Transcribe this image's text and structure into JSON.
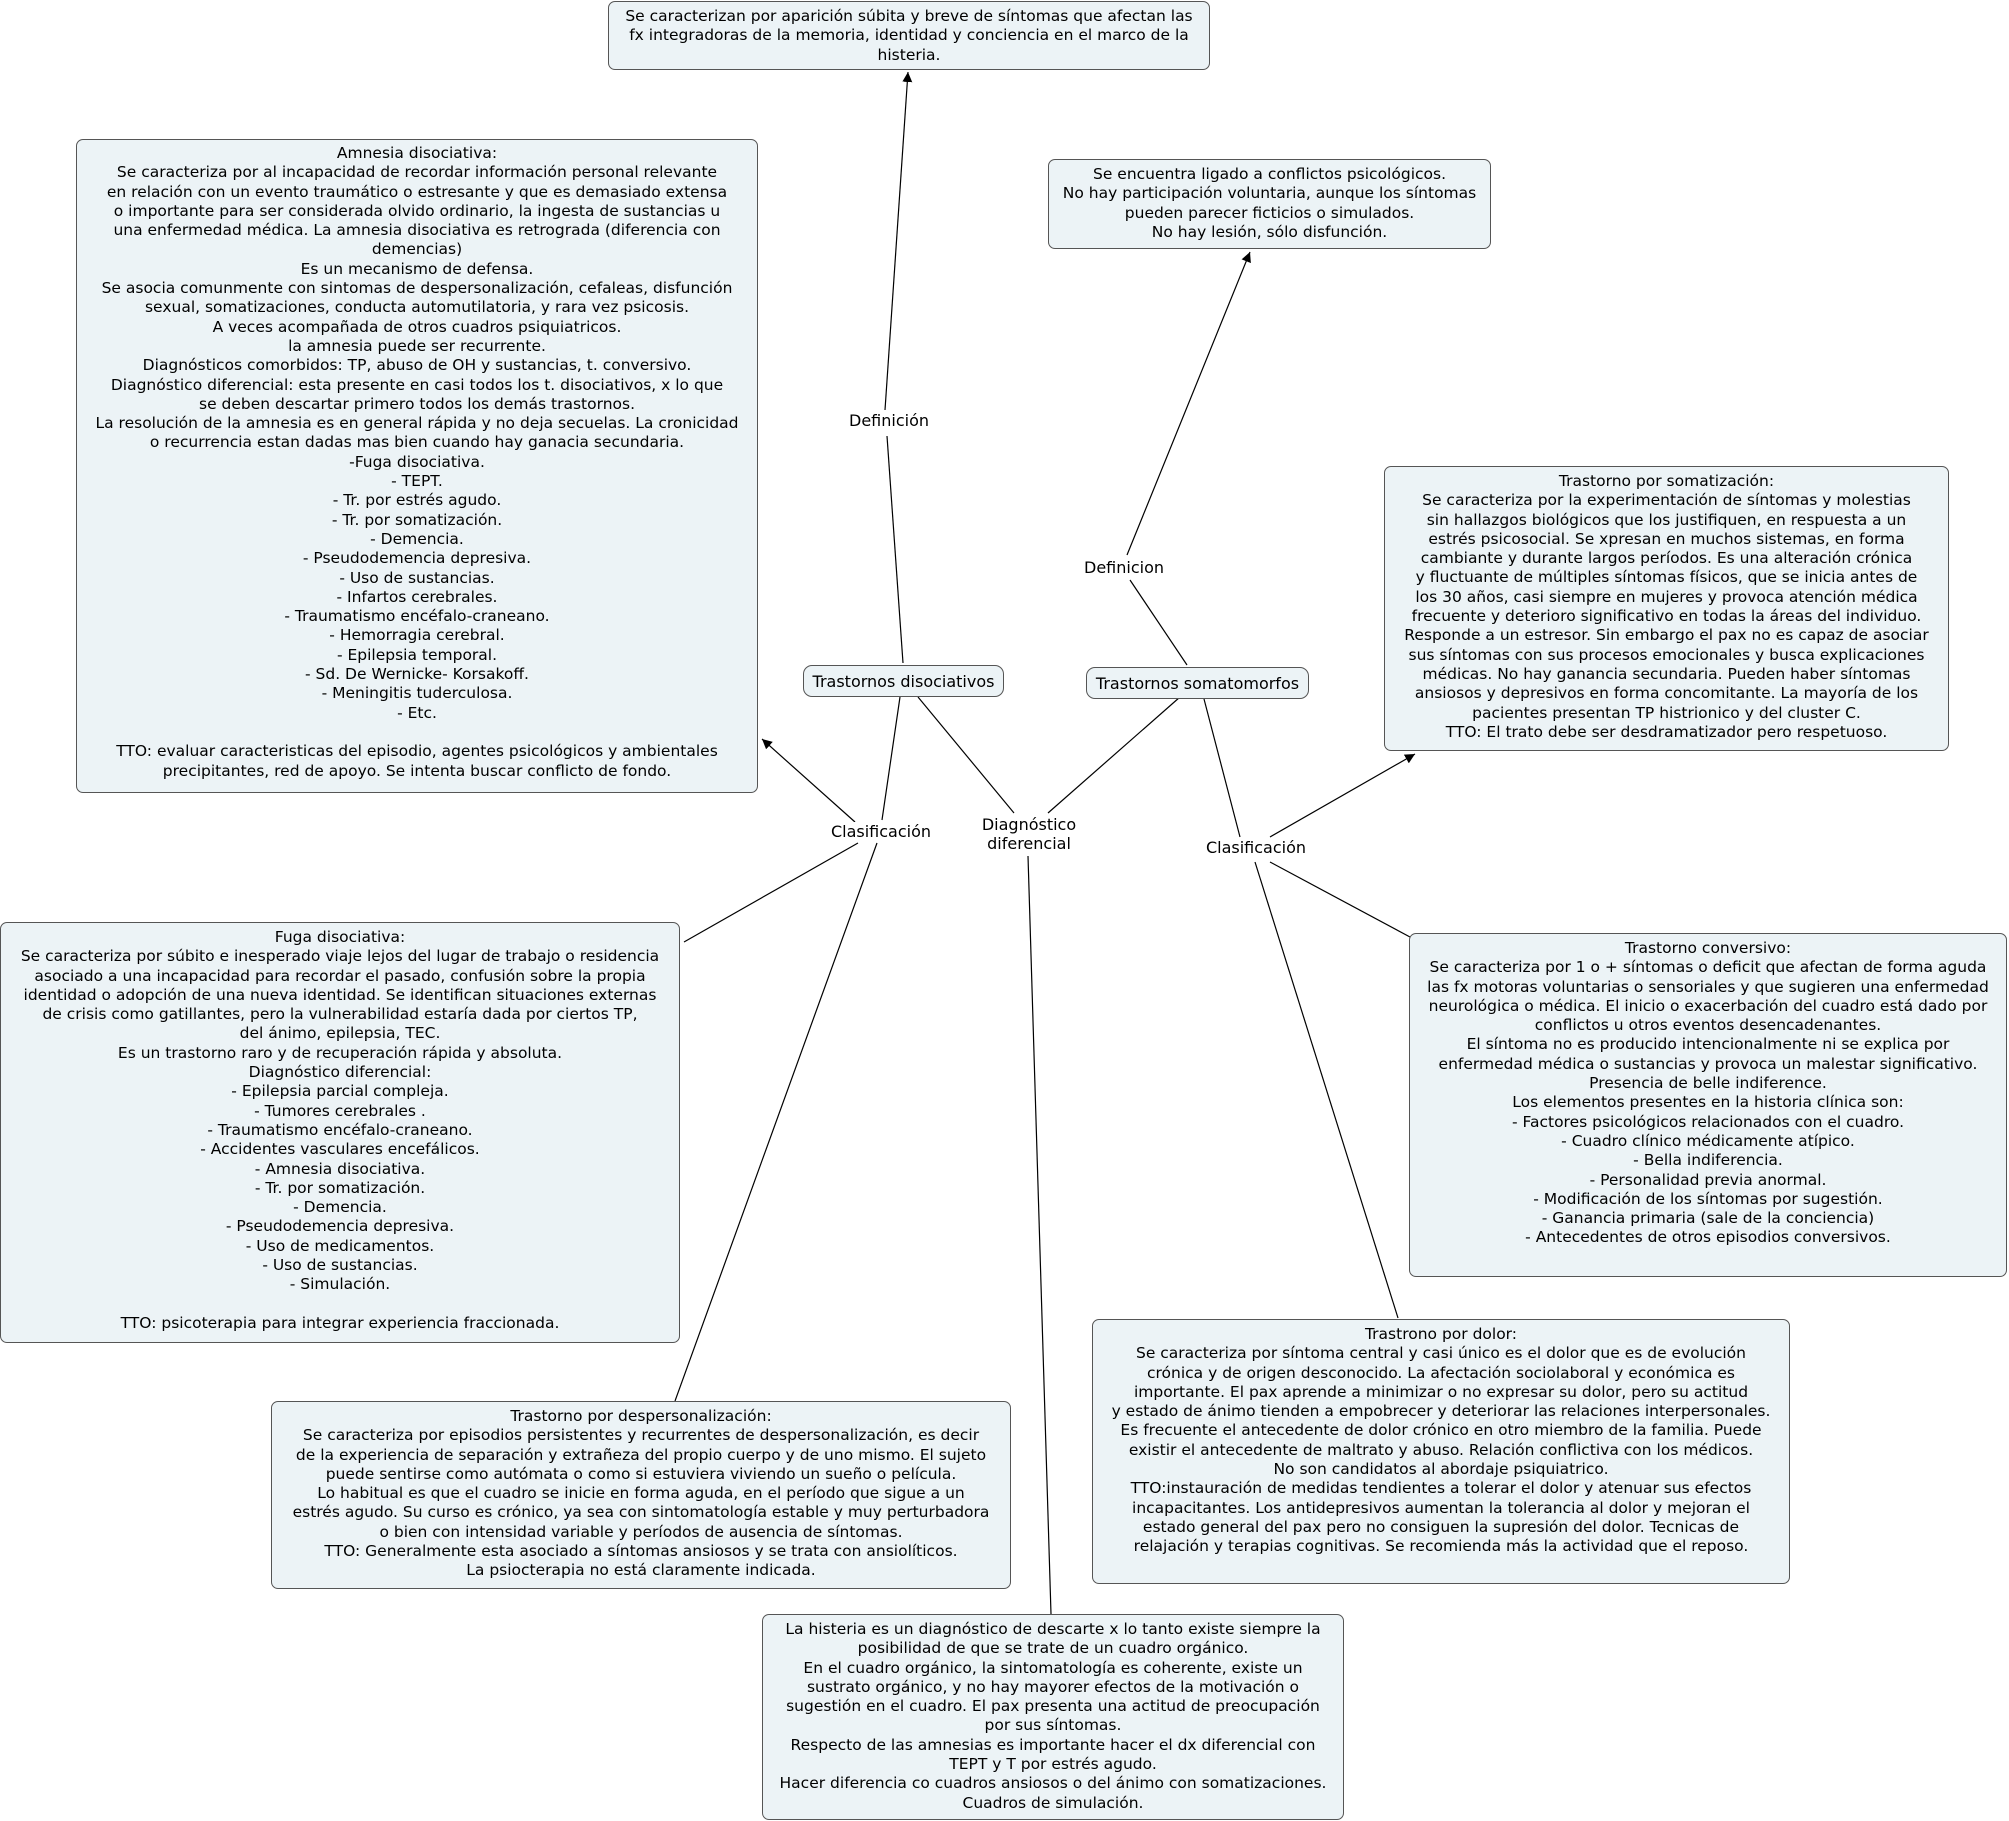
{
  "topics": {
    "disociativos": "Trastornos disociativos",
    "somatomorfos": "Trastornos somatomorfos"
  },
  "links": {
    "definicion_diso": "Definición",
    "definicion_soma": "Definicion",
    "clasificacion_diso": "Clasificación",
    "clasificacion_soma": "Clasificación",
    "diagnostico": "Diagnóstico\ndiferencial"
  },
  "concepts": {
    "def_disociativos": "Se caracterizan por aparición súbita y breve de síntomas que afectan las\nfx integradoras de la memoria, identidad y conciencia en el marco de la\nhisteria.",
    "def_somatomorfos": "Se encuentra ligado a conflictos psicológicos.\nNo hay participación voluntaria, aunque los síntomas\npueden parecer ficticios o simulados.\nNo hay lesión, sólo disfunción.",
    "amnesia": "Amnesia disociativa:\nSe caracteriza por al incapacidad de recordar información personal relevante\nen relación con un evento traumático o estresante y que es demasiado extensa\no importante para ser considerada olvido ordinario, la ingesta de sustancias u\nuna enfermedad médica. La amnesia disociativa es retrograda (diferencia con\ndemencias)\nEs un mecanismo de defensa.\nSe asocia comunmente con sintomas de despersonalización, cefaleas, disfunción\nsexual, somatizaciones, conducta automutilatoria, y rara vez psicosis.\nA veces acompañada de otros cuadros psiquiatricos.\nla amnesia puede ser recurrente.\nDiagnósticos comorbidos: TP, abuso de OH y sustancias, t. conversivo.\nDiagnóstico diferencial: esta presente en casi todos los t. disociativos, x lo que\nse deben descartar primero todos los demás trastornos.\nLa resolución de la amnesia es en general rápida y no deja secuelas. La cronicidad\no recurrencia estan dadas mas bien cuando hay ganacia secundaria.\n-Fuga disociativa.\n- TEPT.\n- Tr. por estrés agudo.\n- Tr. por somatización.\n- Demencia.\n- Pseudodemencia depresiva.\n- Uso de sustancias.\n- Infartos cerebrales.\n- Traumatismo encéfalo-craneano.\n- Hemorragia cerebral.\n- Epilepsia temporal.\n- Sd. De Wernicke- Korsakoff.\n- Meningitis tuderculosa.\n- Etc.\n\nTTO:      evaluar caracteristicas del episodio, agentes psicológicos y ambientales\nprecipitantes, red de apoyo. Se intenta buscar conflicto de fondo.",
    "fuga": "Fuga disociativa:\nSe caracteriza por súbito e inesperado viaje lejos del lugar de trabajo o residencia\nasociado a una incapacidad para recordar el pasado, confusión sobre la propia\nidentidad o adopción de una nueva identidad. Se identifican situaciones externas\nde crisis como gatillantes, pero la vulnerabilidad estaría dada por ciertos TP,\ndel ánimo, epilepsia, TEC.\nEs un trastorno raro y de recuperación rápida y absoluta.\nDiagnóstico diferencial:\n- Epilepsia parcial compleja.\n- Tumores cerebrales .\n- Traumatismo encéfalo-craneano.\n- Accidentes vasculares encefálicos.\n- Amnesia disociativa.\n- Tr. por somatización.\n- Demencia.\n- Pseudodemencia depresiva.\n- Uso de medicamentos.\n- Uso de sustancias.\n- Simulación.\n\nTTO: psicoterapia para integrar experiencia fraccionada.",
    "despersonalizacion": "Trastorno por despersonalización:\nSe caracteriza por episodios persistentes y recurrentes de despersonalización, es decir\nde la experiencia de separación y extrañeza del propio cuerpo y de uno mismo. El sujeto\npuede sentirse como autómata o como si estuviera viviendo un sueño o película.\nLo habitual es que el cuadro se inicie en forma aguda, en el período que sigue a un\nestrés agudo. Su curso es crónico, ya sea con sintomatología estable y muy perturbadora\no bien con intensidad variable y períodos de ausencia de síntomas.\nTTO: Generalmente esta asociado a síntomas ansiosos y se trata con ansiolíticos.\nLa psiocterapia no está claramente indicada.",
    "diagnostico": "La histeria es un diagnóstico de descarte x lo tanto existe siempre la\nposibilidad de que se trate de un cuadro orgánico.\nEn el cuadro orgánico, la sintomatología es coherente, existe un\nsustrato orgánico, y no hay mayorer efectos de la motivación o\nsugestión en el cuadro. El pax presenta una actitud de preocupación\npor sus síntomas.\nRespecto de las amnesias es importante hacer el dx diferencial con\nTEPT y T por estrés agudo.\nHacer diferencia co cuadros ansiosos o del ánimo con somatizaciones.\nCuadros de simulación.",
    "somatizacion": "Trastorno por somatización:\nSe caracteriza por la experimentación de síntomas y molestias\nsin hallazgos biológicos que los justifiquen, en respuesta a un\nestrés psicosocial. Se xpresan en muchos sistemas, en forma\ncambiante y durante largos períodos. Es una alteración crónica\ny fluctuante de múltiples síntomas físicos, que se inicia antes de\nlos 30 años, casi siempre en mujeres y provoca atención médica\nfrecuente y deterioro significativo en todas la áreas del individuo.\nResponde a un estresor. Sin embargo el pax no es capaz de asociar\nsus síntomas con sus procesos emocionales y busca explicaciones\nmédicas. No hay ganancia secundaria. Pueden haber síntomas\nansiosos y depresivos en forma concomitante. La mayoría de los\npacientes presentan TP histrionico y del cluster C.\nTTO: El trato debe ser desdramatizador pero respetuoso.",
    "conversivo": "Trastorno conversivo:\nSe caracteriza por 1 o + síntomas o deficit que afectan de forma aguda\nlas fx motoras voluntarias o sensoriales y que sugieren una enfermedad\nneurológica o médica. El inicio o exacerbación del cuadro está dado por\nconflictos u otros eventos desencadenantes.\nEl síntoma no es producido intencionalmente ni se explica por\nenfermedad médica o sustancias y provoca un malestar significativo.\nPresencia de belle indiference.\nLos elementos presentes en la historia clínica son:\n- Factores psicológicos relacionados con el cuadro.\n- Cuadro clínico médicamente atípico.\n- Bella indiferencia.\n- Personalidad previa anormal.\n- Modificación de los síntomas por sugestión.\n- Ganancia primaria (sale de la conciencia)\n- Antecedentes de otros episodios conversivos.",
    "dolor": "Trastrono por dolor:\nSe caracteriza por síntoma central y casi único es el dolor que es de evolución\ncrónica y de origen desconocido. La afectación sociolaboral y económica es\nimportante. El pax aprende a minimizar o no expresar su dolor, pero su actitud\ny estado de ánimo tienden a empobrecer y deteriorar las relaciones interpersonales.\nEs frecuente el antecedente de dolor crónico en otro miembro de la familia. Puede\nexistir el antecedente de maltrato y abuso. Relación conflictiva con los médicos.\nNo son candidatos al abordaje psiquiatrico.\nTTO:instauración de medidas tendientes a tolerar el dolor y atenuar sus efectos\nincapacitantes. Los antidepresivos aumentan la tolerancia al dolor y mejoran el\nestado general del pax pero no consiguen la supresión del dolor. Tecnicas de\nrelajación y terapias cognitivas. Se recomienda más la actividad que el reposo."
  }
}
